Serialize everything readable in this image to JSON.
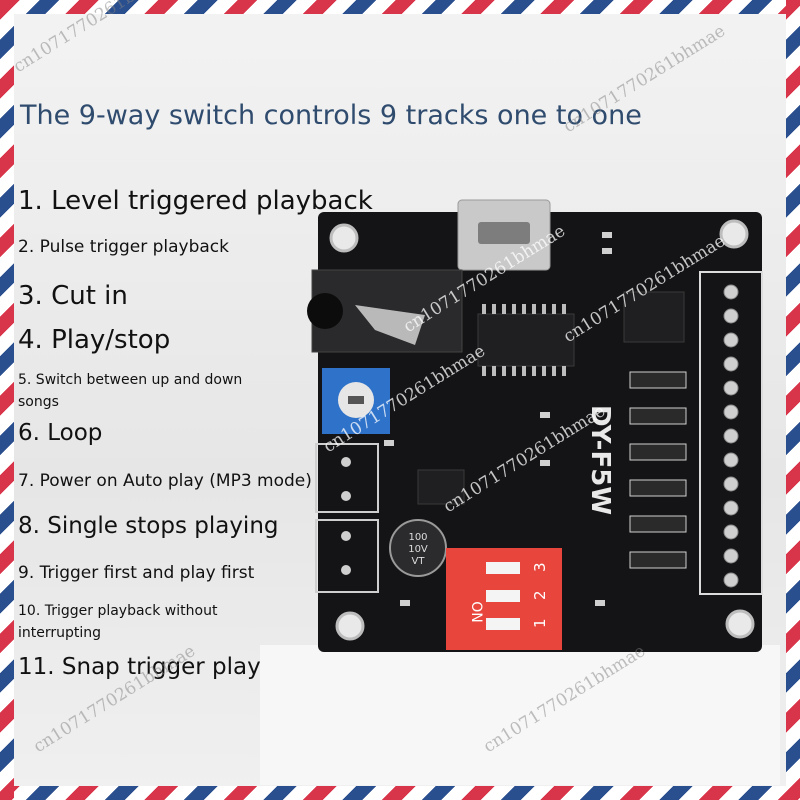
{
  "title": "The 9-way switch controls 9 tracks one to one",
  "features": [
    "1. Level triggered playback",
    "2. Pulse trigger playback",
    "3. Cut in",
    "4. Play/stop",
    "5. Switch between up and down songs",
    "6. Loop",
    "7. Power on Auto play (MP3 mode)",
    "8. Single stops playing",
    "9. Trigger first and play first",
    "10. Trigger playback without interrupting",
    "11. Snap trigger play"
  ],
  "board": {
    "model": "DY-F5W",
    "capacitor_values": [
      "100",
      "10V",
      "VT"
    ],
    "dip_switch_numbers": [
      "1",
      "2",
      "3"
    ],
    "dip_switch_on_label": "ON"
  },
  "watermark": "cn1071770261bhmae",
  "colors": {
    "title": "#2f4b6e",
    "board": "#141416",
    "dip_switch": "#e8453c",
    "potentiometer": "#2f72c9"
  }
}
